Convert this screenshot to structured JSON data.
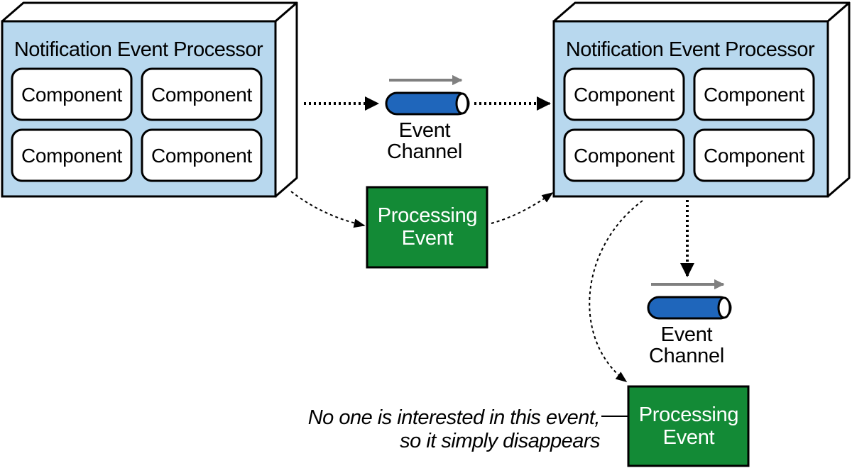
{
  "processors": [
    {
      "title": "Notification Event Processor",
      "components": [
        "Component",
        "Component",
        "Component",
        "Component"
      ]
    },
    {
      "title": "Notification Event Processor",
      "components": [
        "Component",
        "Component",
        "Component",
        "Component"
      ]
    }
  ],
  "channels": [
    {
      "label_line1": "Event",
      "label_line2": "Channel"
    },
    {
      "label_line1": "Event",
      "label_line2": "Channel"
    }
  ],
  "events": [
    {
      "line1": "Processing",
      "line2": "Event"
    },
    {
      "line1": "Processing",
      "line2": "Event"
    }
  ],
  "note": {
    "line1": "No one is interested in this event,",
    "line2": "so it simply disappears"
  },
  "colors": {
    "processor_fill": "#b8d8ee",
    "event_fill": "#138a36",
    "channel_fill": "#1f66bb",
    "arrow_gray": "#808080"
  }
}
